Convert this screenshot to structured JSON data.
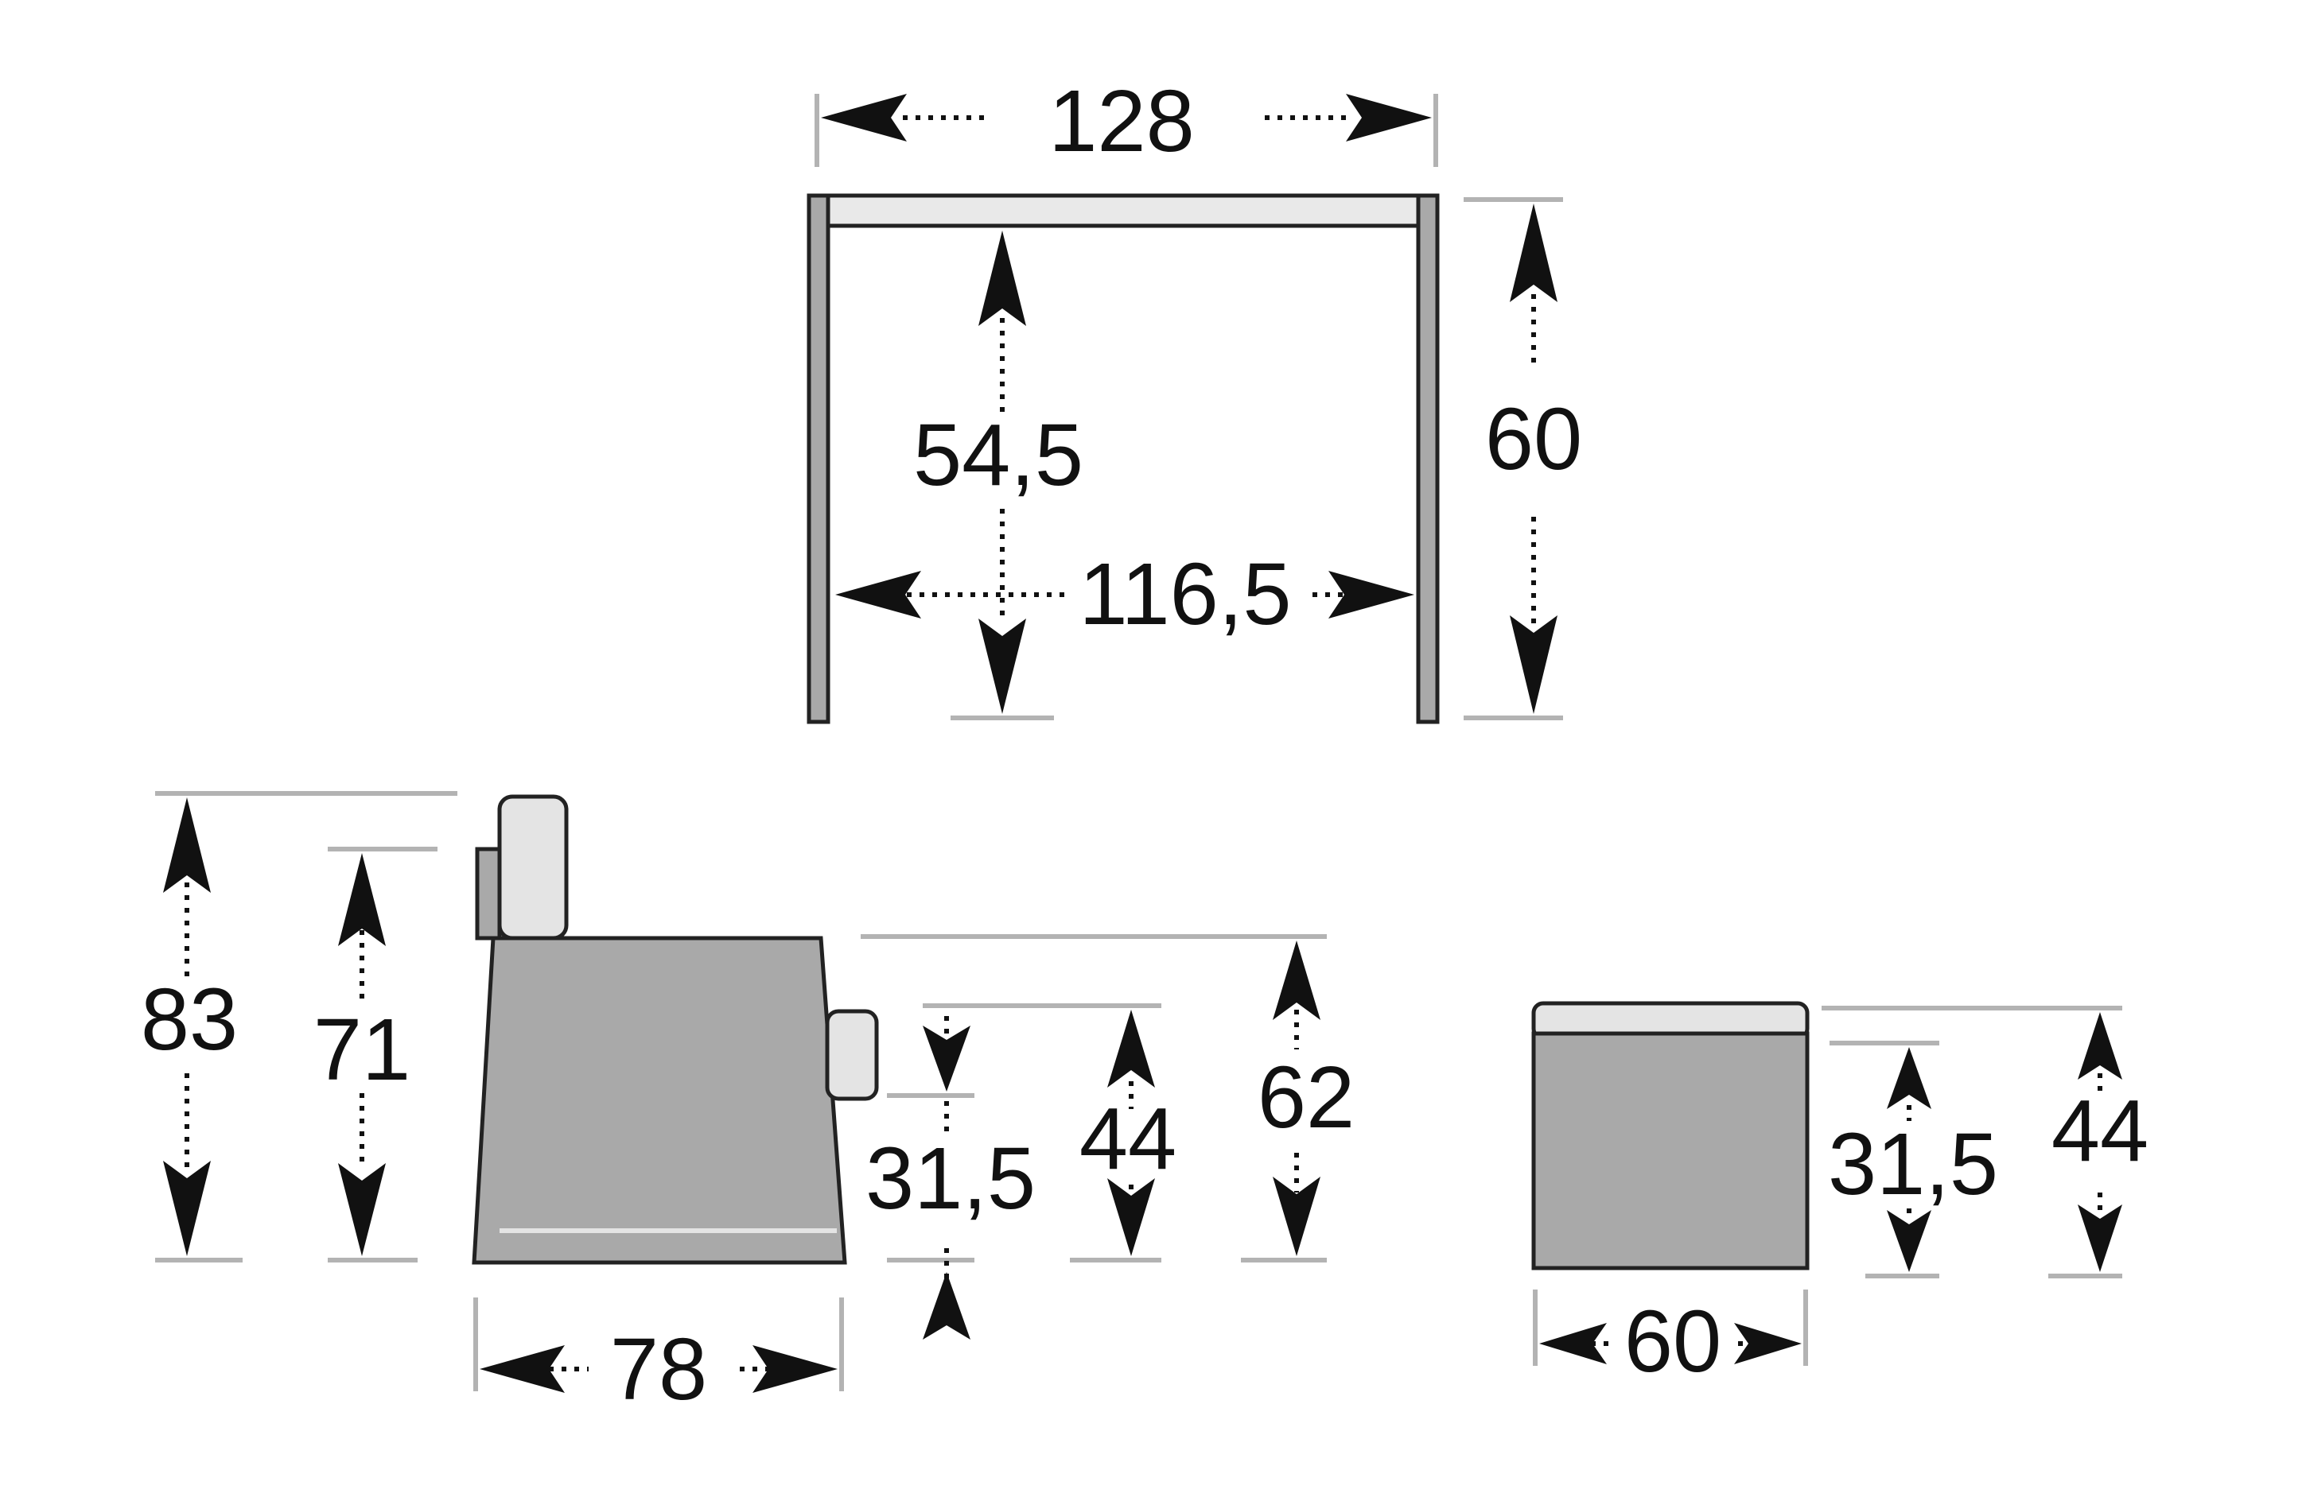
{
  "colors": {
    "background": "#ffffff",
    "outline": "#222222",
    "body_fill": "#a9a9a9",
    "cushion_fill": "#e4e4e4",
    "extension_line": "#b3b3b3",
    "dimension": "#111111"
  },
  "table": {
    "width": "128",
    "height": "60",
    "inner_width": "116,5",
    "clearance_height": "54,5"
  },
  "armchair": {
    "total_height": "83",
    "back_height": "71",
    "depth": "78",
    "arm_height": "62",
    "seat_height": "44",
    "seat_base_height": "31,5"
  },
  "pouf": {
    "width": "60",
    "height": "44",
    "base_height": "31,5"
  }
}
